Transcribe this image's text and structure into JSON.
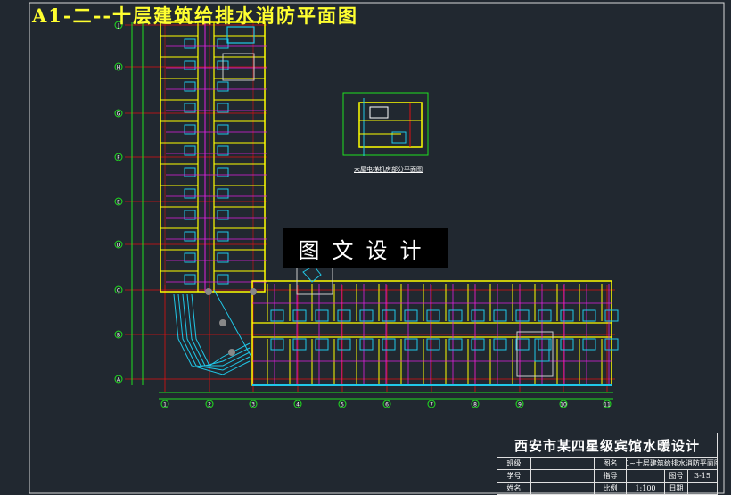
{
  "drawing_title": "A1-二--十层建筑给排水消防平面图",
  "watermark": "图文设计",
  "detail_plan_title": "大屋电梯机房部分平面图",
  "column_axes": [
    "1",
    "2",
    "3",
    "4",
    "5",
    "6",
    "7",
    "8",
    "9",
    "10",
    "11"
  ],
  "row_axes": [
    "A",
    "B",
    "C",
    "D",
    "E",
    "F",
    "G",
    "H",
    "J"
  ],
  "title_block": {
    "project": "西安市某四星级宾馆水暖设计",
    "rows": [
      [
        "班级",
        "",
        "图名",
        "二~十层建筑给排水消防平面图"
      ],
      [
        "学号",
        "",
        "指导",
        "",
        "图号",
        "3-15"
      ],
      [
        "姓名",
        "",
        "比例",
        "1:100",
        "日期",
        ""
      ]
    ]
  },
  "colors": {
    "background": "#212830",
    "title": "#ffff30",
    "walls": "#ffff00",
    "axis_lines": "#e01010",
    "water_pipes": "#e020e0",
    "fixtures": "#20c8e8",
    "dimensions": "#20e020"
  }
}
